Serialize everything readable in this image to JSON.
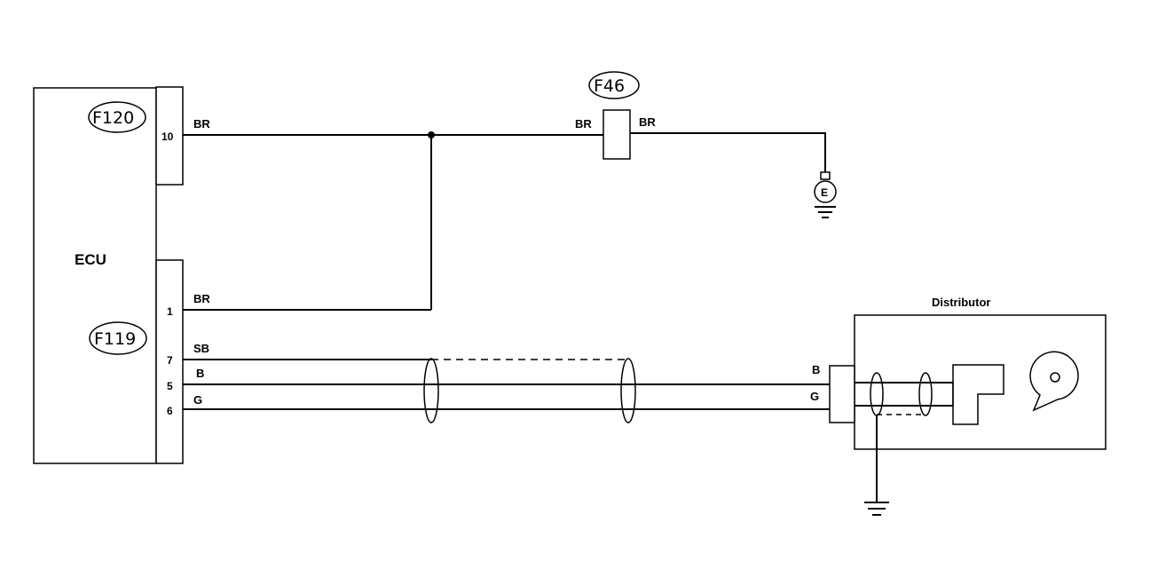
{
  "ecu": {
    "label": "ECU"
  },
  "distributor": {
    "label": "Distributor"
  },
  "connectors": {
    "f120": "F120",
    "f119": "F119",
    "f46": "F46"
  },
  "ground_terminal": {
    "label": "E"
  },
  "pins": {
    "p10": "10",
    "p1": "1",
    "p7": "7",
    "p5": "5",
    "p6": "6"
  },
  "wire_colors": {
    "w10": "BR",
    "w1": "BR",
    "f46_in": "BR",
    "f46_out": "BR",
    "w7": "SB",
    "w5": "B",
    "w6": "G",
    "dist_b": "B",
    "dist_g": "G"
  }
}
